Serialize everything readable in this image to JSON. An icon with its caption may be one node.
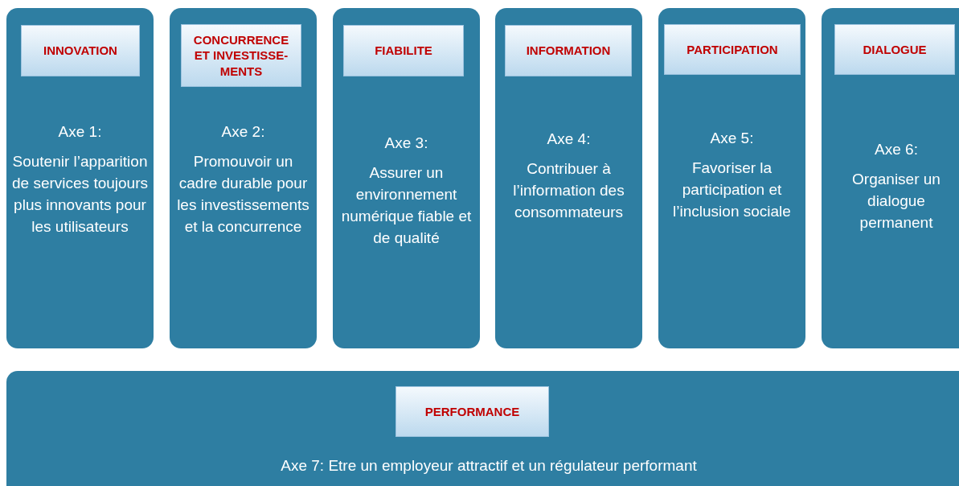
{
  "diagram": {
    "nodes": [
      {
        "text": [
          "Axe 1:",
          "Soutenir l’apparition de services toujours plus innovants pour les utilisateurs"
        ]
      },
      {
        "text": [
          "INNOVATION"
        ],
        "in": 0
      },
      {
        "text": [
          "Axe 2:",
          "Promouvoir un cadre durable pour les investissements et la concurrence"
        ]
      },
      {
        "text": [
          "CONCURRENCE ET INVESTISSE-MENTS"
        ],
        "in": 2
      },
      {
        "text": [
          "Axe 3:",
          "Assurer un environnement numérique fiable et de qualité"
        ]
      },
      {
        "text": [
          "FIABILITE"
        ],
        "in": 4
      },
      {
        "text": [
          "Axe 4:",
          "Contribuer à l’information des consommateurs"
        ]
      },
      {
        "text": [
          "INFORMATION"
        ],
        "in": 6
      },
      {
        "text": [
          "Axe 5:",
          "Favoriser la participation et l’inclusion sociale"
        ]
      },
      {
        "text": [
          "PARTICIPATION"
        ],
        "in": 8
      },
      {
        "text": [
          "Axe 6:",
          "Organiser un dialogue permanent"
        ]
      },
      {
        "text": [
          "DIALOGUE"
        ],
        "in": 10
      },
      {
        "text": [
          "Axe 7: Etre un employeur attractif et un régulateur performant"
        ]
      },
      {
        "text": [
          "PERFORMANCE"
        ],
        "in": 12
      }
    ],
    "edges": []
  }
}
